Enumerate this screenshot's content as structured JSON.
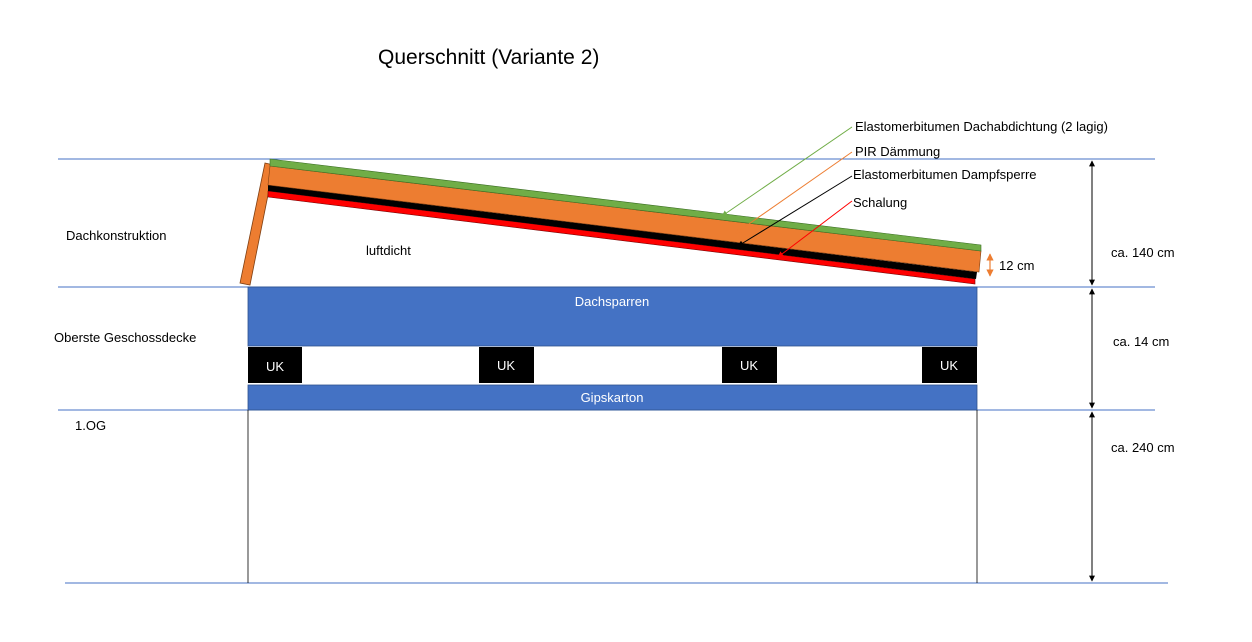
{
  "title": "Querschnitt (Variante 2)",
  "zones": {
    "roof": "Dachkonstruktion",
    "ceiling": "Oberste Geschossdecke",
    "floor": "1.OG"
  },
  "airtight_label": "luftdicht",
  "layers": [
    {
      "label": "Elastomerbitumen Dachabdichtung (2 lagig)",
      "color": "#70ad47"
    },
    {
      "label": "PIR Dämmung",
      "color": "#ed7d31"
    },
    {
      "label": "Elastomerbitumen Dampfsperre",
      "color": "#000000"
    },
    {
      "label": "Schalung",
      "color": "#ff0000"
    }
  ],
  "thickness_label": "12 cm",
  "dimensions": [
    "ca. 140 cm",
    "ca. 14 cm",
    "ca. 240 cm"
  ],
  "beam_label": "Dachsparren",
  "board_label": "Gipskarton",
  "batten_label": "UK",
  "colors": {
    "panel_blue": "#4472c4",
    "guide_line": "#4472c4",
    "insulation": "#ed7d31",
    "membrane_top": "#70ad47",
    "vapour_barrier": "#000000",
    "sheathing": "#ff0000"
  }
}
